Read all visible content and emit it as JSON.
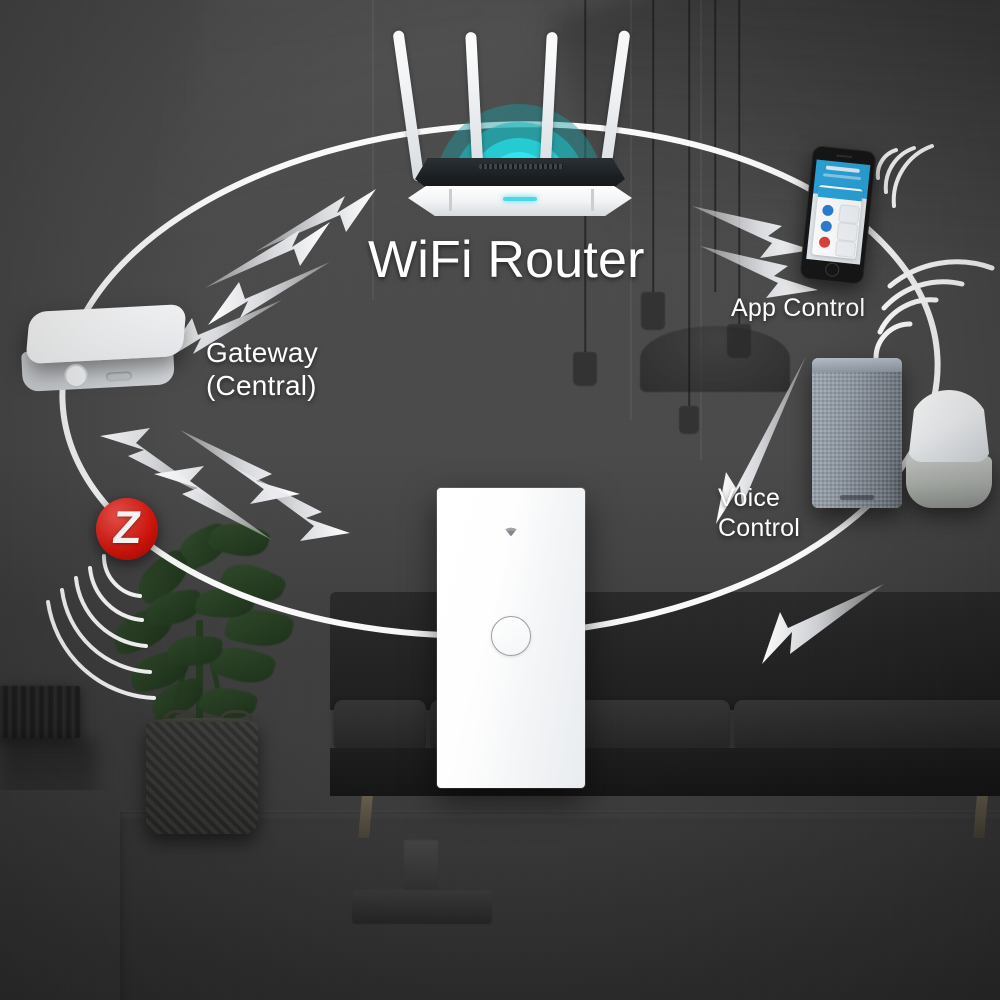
{
  "scene": {
    "kind": "smart-home-ecosystem-infographic",
    "background_description": "Dark gray modern living room with sofa, potted plant, pendant lamps and radiator",
    "colors": {
      "background": "#474747",
      "orbit_line": "#ffffff",
      "arrow": "#d8dade",
      "label_text": "#ffffff",
      "router_signal": "#27d6dd",
      "zigbee_badge": "#cf1209",
      "phone_app_accent": "#2ba5dd",
      "device_white": "#ffffff"
    }
  },
  "labels": {
    "router": "WiFi Router",
    "gateway": "Gateway\n(Central)",
    "app_control": "App Control",
    "voice_control": "Voice\nControl"
  },
  "nodes": [
    {
      "id": "router",
      "name": "wifi-router",
      "label": "WiFi Router",
      "icon": "router-icon"
    },
    {
      "id": "gateway",
      "name": "zigbee-gateway",
      "label": "Gateway (Central)",
      "icon": "gateway-hub-icon"
    },
    {
      "id": "phone",
      "name": "smartphone-app",
      "label": "App Control",
      "icon": "smartphone-icon"
    },
    {
      "id": "speakers",
      "name": "voice-assistants",
      "label": "Voice Control",
      "icon": "smart-speaker-icon"
    },
    {
      "id": "switch",
      "name": "smart-wall-switch",
      "label": "",
      "icon": "wall-switch-icon"
    }
  ],
  "badges": {
    "zigbee": {
      "name": "zigbee-badge",
      "letter": "Z",
      "color": "#cf1209"
    }
  },
  "connections": [
    {
      "from": "gateway",
      "to": "router",
      "direction": "bidirectional"
    },
    {
      "from": "gateway",
      "to": "switch",
      "direction": "bidirectional"
    },
    {
      "from": "router",
      "to": "phone",
      "direction": "one-way"
    },
    {
      "from": "router",
      "to": "speakers",
      "direction": "one-way"
    },
    {
      "from": "speakers",
      "to": "switch",
      "direction": "one-way"
    }
  ],
  "devices": {
    "router": {
      "antennas": 4,
      "signal_arcs": 4,
      "body_color": "#ffffff",
      "signal_color": "#27d6dd"
    },
    "gateway": {
      "shape": "rounded-square-hub",
      "button": true,
      "usb_port": true,
      "color": "#ffffff"
    },
    "phone": {
      "app_screen": "blue dashboard",
      "accent": "#2ba5dd"
    },
    "echo_speaker": {
      "type": "fabric cylinder",
      "color": "#8d96a1"
    },
    "google_home": {
      "type": "dome speaker",
      "top_color": "#ffffff",
      "base_color": "#aeb2ad"
    },
    "wall_switch": {
      "panel": "white glass",
      "indicator_icon": "wifi-icon",
      "touch_buttons": 1
    }
  }
}
